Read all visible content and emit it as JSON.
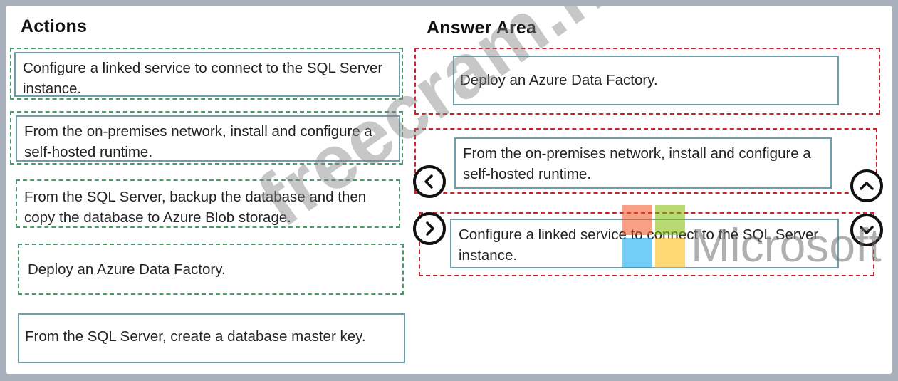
{
  "actions": {
    "heading": "Actions",
    "items": [
      {
        "label": "Configure a linked service to connect to the SQL Server instance."
      },
      {
        "label": "From the on-premises network, install and configure a self-hosted runtime."
      },
      {
        "label": "From the SQL Server, backup the database and then copy the database to Azure Blob storage."
      },
      {
        "label": "Deploy an Azure Data Factory."
      },
      {
        "label": "From the SQL Server, create a database master key."
      }
    ]
  },
  "answer_area": {
    "heading": "Answer Area",
    "items": [
      {
        "label": "Deploy an Azure Data Factory."
      },
      {
        "label": "From the on-premises network, install and configure a self-hosted runtime."
      },
      {
        "label": "Configure a linked service to connect to the SQL Server instance."
      }
    ]
  },
  "controls": {
    "move_left_icon": "chevron-left-icon",
    "move_right_icon": "chevron-right-icon",
    "move_up_icon": "chevron-up-icon",
    "move_down_icon": "chevron-down-icon"
  },
  "watermarks": {
    "site_text": "freecram.net",
    "brand_text": "Microsoft"
  },
  "colors": {
    "action_border": "#4a9a6c",
    "answer_border": "#c8242b",
    "card_border": "#6c9eab",
    "ms_red": "#f25022",
    "ms_green": "#7fba00",
    "ms_blue": "#00a4ef",
    "ms_yellow": "#ffb900"
  }
}
